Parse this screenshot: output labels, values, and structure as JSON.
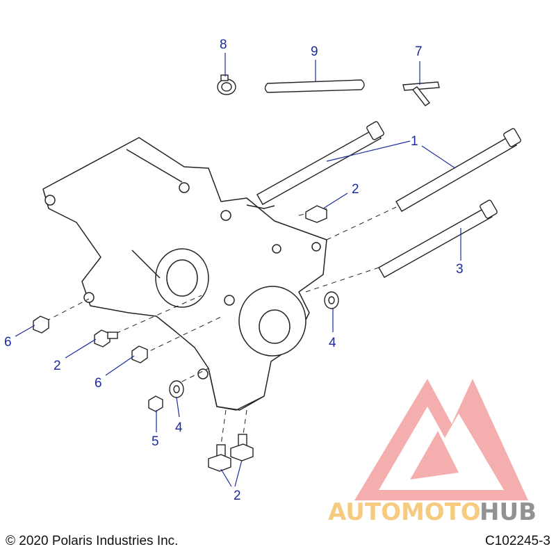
{
  "callouts": {
    "c1": "1",
    "c2a": "2",
    "c2b": "2",
    "c2c": "2",
    "c3": "3",
    "c4a": "4",
    "c4b": "4",
    "c5": "5",
    "c6a": "6",
    "c6b": "6",
    "c7": "7",
    "c8": "8",
    "c9": "9"
  },
  "footer": {
    "copyright": "© 2020 Polaris Industries Inc.",
    "figure_code": "C102245-3"
  },
  "watermark": {
    "part1": "AUTOMOTO",
    "part2": "HUB",
    "color_primary": "#f08a8a",
    "color_accent": "#f5c26b",
    "color_dark": "#808080"
  },
  "colors": {
    "callout": "#1a2a9c",
    "line_art": "#222222"
  }
}
